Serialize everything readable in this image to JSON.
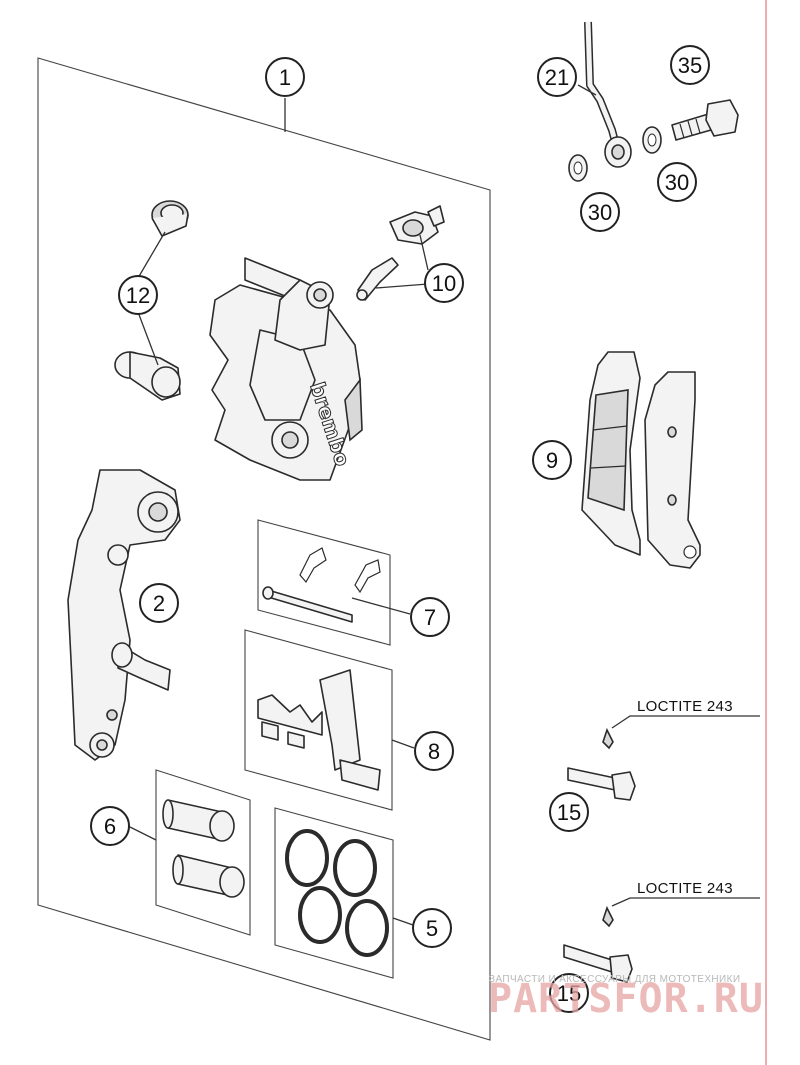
{
  "callouts": {
    "c1": "1",
    "c2": "2",
    "c5": "5",
    "c6": "6",
    "c7": "7",
    "c8": "8",
    "c9": "9",
    "c10": "10",
    "c12": "12",
    "c15a": "15",
    "c15b": "15",
    "c21": "21",
    "c30a": "30",
    "c30b": "30",
    "c35": "35"
  },
  "notes": {
    "loctite_top": "LOCTITE 243",
    "loctite_bottom": "LOCTITE 243"
  },
  "caliper_brand": "brembo",
  "watermark": {
    "small": "ЗАПЧАСТИ И АКСЕССУАРЫ ДЛЯ МОТОТЕХНИКИ",
    "large": "PARTSFOR.RU"
  },
  "colors": {
    "ink": "#2b2b2b",
    "margin_line": "#e05a5a",
    "watermark": "#e7a4a4"
  }
}
